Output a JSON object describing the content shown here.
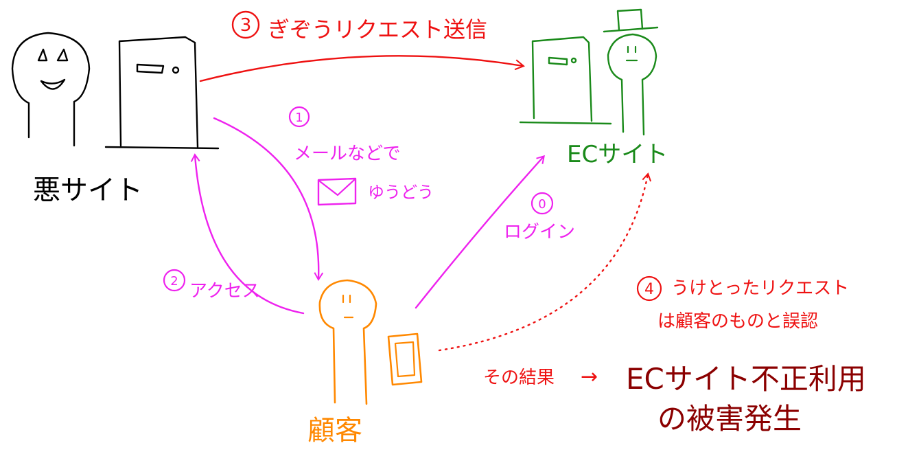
{
  "colors": {
    "evil": "#000000",
    "ec": "#1a8a1a",
    "customer": "#ff8800",
    "flow": "#ee22ee",
    "forged": "#ee1111",
    "damage": "#8b0000"
  },
  "nodes": {
    "evil_site": {
      "label": "悪サイト"
    },
    "ec_site": {
      "label": "ECサイト"
    },
    "customer": {
      "label": "顧客"
    }
  },
  "steps": {
    "s0": {
      "num": "0",
      "label": "ログイン"
    },
    "s1": {
      "num": "1",
      "label_line1": "メールなどで",
      "label_line2": "ゆうどう"
    },
    "s2": {
      "num": "2",
      "label": "アクセス"
    },
    "s3": {
      "num": "3",
      "label": "ぎぞうリクエスト送信"
    },
    "s4": {
      "num": "4",
      "label_line1": "うけとったリクエスト",
      "label_line2": "は顧客のものと誤認"
    }
  },
  "result": {
    "lead": "その結果",
    "arrow": "→",
    "line1": "ECサイト不正利用",
    "line2": "の被害発生"
  },
  "icons": [
    "evil-person-icon",
    "evil-door-icon",
    "ec-door-icon",
    "ec-person-icon",
    "customer-person-icon",
    "smartphone-icon",
    "envelope-icon"
  ]
}
